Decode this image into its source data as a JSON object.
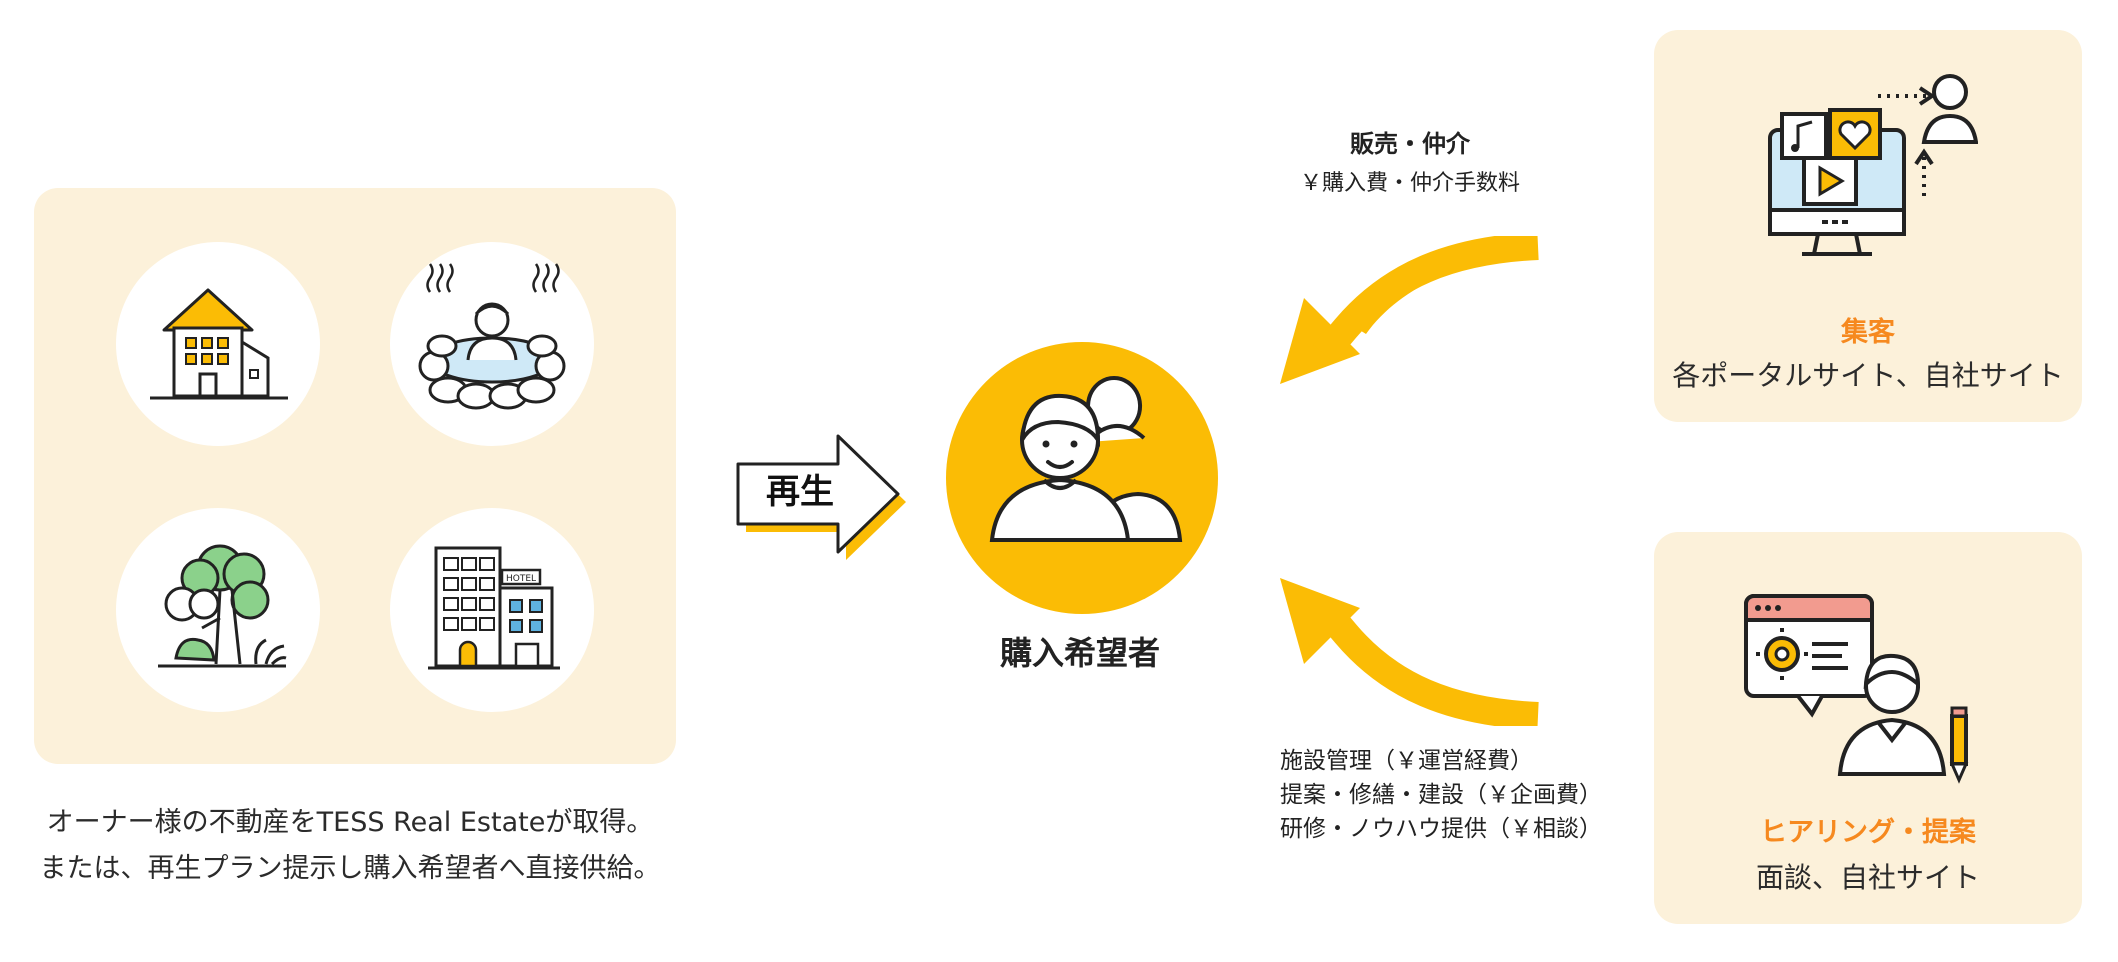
{
  "owner": {
    "caption_line1": "オーナー様の不動産をTESS Real Estateが取得。",
    "caption_line2": "または、再生プラン提示し購入希望者へ直接供給。",
    "icons": [
      "house-icon",
      "hot-spring-icon",
      "forest-icon",
      "hotel-icon"
    ],
    "hotel_sign": "HOTEL"
  },
  "regen": {
    "label": "再生"
  },
  "center": {
    "label": "購入希望者"
  },
  "upper_flow": {
    "title": "販売・仲介",
    "subtitle": "￥購入費・仲介手数料"
  },
  "lower_flow": {
    "lines": [
      "施設管理（￥運営経費）",
      "提案・修繕・建設（￥企画費）",
      "研修・ノウハウ提供（￥相談）"
    ]
  },
  "attract": {
    "title": "集客",
    "subtitle": "各ポータルサイト、自社サイト"
  },
  "hearing": {
    "title": "ヒアリング・提案",
    "subtitle": "面談、自社サイト"
  },
  "colors": {
    "panel": "#fcf1da",
    "accent_yellow": "#fbbc05",
    "accent_orange": "#f6891f",
    "light_blue": "#cfe9f7"
  }
}
